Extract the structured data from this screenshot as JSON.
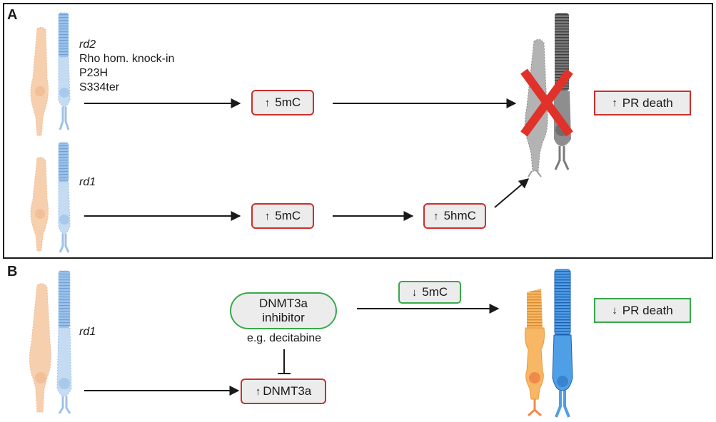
{
  "panel_a": {
    "letter": "A",
    "row1": {
      "mouse_models": [
        "rd2",
        "Rho hom. knock-in",
        "P23H",
        "S334ter"
      ],
      "box1": {
        "arrow": "↑",
        "text": "5mC"
      }
    },
    "row2": {
      "mouse_model": "rd1",
      "box1": {
        "arrow": "↑",
        "text": "5mC"
      },
      "box2": {
        "arrow": "↑",
        "text": "5hmC"
      }
    },
    "outcome": {
      "arrow": "↑",
      "text": "PR death"
    }
  },
  "panel_b": {
    "letter": "B",
    "mouse_model": "rd1",
    "inhibitor": {
      "line1": "DNMT3a",
      "line2": "inhibitor",
      "example": "e.g. decitabine"
    },
    "target": {
      "arrow": "↑",
      "text": "DNMT3a"
    },
    "effect": {
      "arrow": "↓",
      "text": "5mC"
    },
    "outcome": {
      "arrow": "↓",
      "text": "PR death"
    }
  },
  "colors": {
    "increase_border": "#c9302c",
    "decrease_border": "#3aa84b",
    "cone_faded": "#f6cfae",
    "rod_faded": "#b9d3ee",
    "cone_healthy": "#f7b765",
    "rod_healthy": "#4e9fe6",
    "cross": "#e0322a"
  }
}
